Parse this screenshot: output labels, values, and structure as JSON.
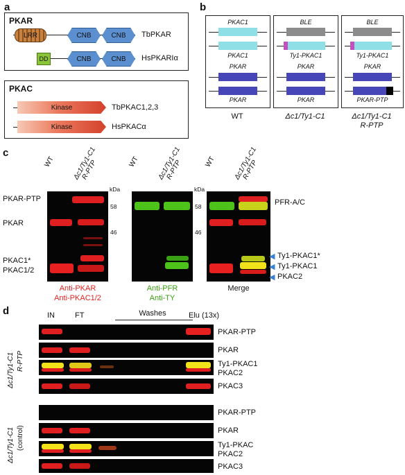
{
  "panel_a": {
    "letter": "a",
    "pkar_box": {
      "title": "PKAR",
      "lrr_label": "LRR",
      "cnb_label": "CNB",
      "dd_label": "DD",
      "tb_name": "TbPKAR",
      "hs_name": "HsPKARIα"
    },
    "pkac_box": {
      "title": "PKAC",
      "kinase_label": "Kinase",
      "tb_name": "TbPKAC1,2,3",
      "hs_name": "HsPKACα"
    }
  },
  "panel_b": {
    "letter": "b",
    "columns": [
      {
        "caption": "WT",
        "caption2": "",
        "top1": "PKAC1",
        "top2": "PKAC1",
        "bot1": "PKAR",
        "bot2": "PKAR"
      },
      {
        "caption": "Δc1/Ty1-C1",
        "caption2": "",
        "top1": "BLE",
        "top2": "Ty1-PKAC1",
        "bot1": "PKAR",
        "bot2": "PKAR"
      },
      {
        "caption": "Δc1/Ty1-C1",
        "caption2": "R-PTP",
        "top1": "BLE",
        "top2": "Ty1-PKAC1",
        "bot1": "PKAR",
        "bot2": "PKAR-PTP"
      }
    ]
  },
  "panel_c": {
    "letter": "c",
    "lane_wt": "WT",
    "lane_mut1": "Δc1/Ty1-C1",
    "lane_mut2": "R-PTP",
    "kda": "kDa",
    "marker_58": "58",
    "marker_46": "46",
    "left_labels": [
      "PKAR-PTP",
      "PKAR",
      "PKAC1*",
      "PKAC1/2"
    ],
    "right_labels": [
      "PFR-A/C",
      "Ty1-PKAC1*",
      "Ty1-PKAC1",
      "PKAC2"
    ],
    "caption_red1": "Anti-PKAR",
    "caption_red2": "Anti-PKAC1/2",
    "caption_green1": "Anti-PFR",
    "caption_green2": "Anti-TY",
    "caption_merge": "Merge",
    "colors": {
      "red": "#e02020",
      "green": "#4cc21a",
      "yellow": "#f2e21a",
      "arrow": "#3b7fcf"
    }
  },
  "panel_d": {
    "letter": "d",
    "headers": {
      "in": "IN",
      "ft": "FT",
      "washes": "Washes",
      "elu": "Elu (13x)"
    },
    "group1": {
      "line1": "Δc1/Ty1-C1",
      "line2": "R-PTP"
    },
    "group2": {
      "line1": "Δc1/Ty1-C1",
      "line2": "(control)"
    },
    "rows1": [
      "PKAR-PTP",
      "PKAR",
      "Ty1-PKAC1",
      "PKAC2",
      "PKAC3"
    ],
    "rows2": [
      "PKAR-PTP",
      "PKAR",
      "Ty1-PKAC",
      "PKAC2",
      "PKAC3"
    ]
  }
}
